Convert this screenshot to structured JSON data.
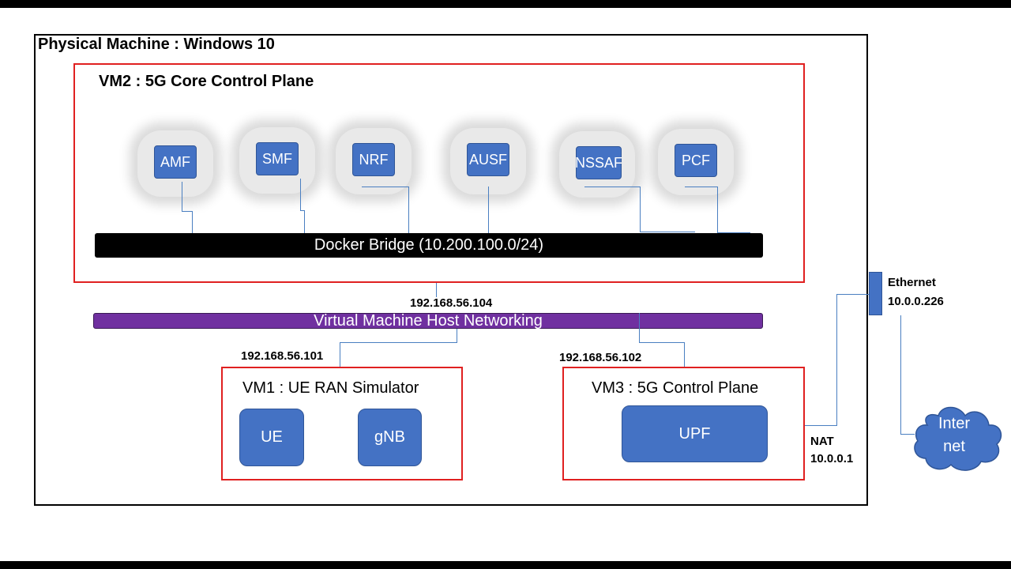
{
  "physical_machine": {
    "title": "Physical Machine : Windows 10"
  },
  "vm2": {
    "title": "VM2 : 5G Core Control Plane",
    "functions": [
      "AMF",
      "SMF",
      "NRF",
      "AUSF",
      "NSSAF",
      "PCF"
    ],
    "docker_bridge": "Docker Bridge (10.200.100.0/24)"
  },
  "host_network": {
    "label": "Virtual Machine Host Networking"
  },
  "ips": {
    "vm2": "192.168.56.104",
    "vm1": "192.168.56.101",
    "vm3": "192.168.56.102"
  },
  "vm1": {
    "title": "VM1 : UE RAN Simulator",
    "ue": "UE",
    "gnb": "gNB"
  },
  "vm3": {
    "title": "VM3 : 5G Control Plane",
    "upf": "UPF"
  },
  "nat": {
    "label": "NAT",
    "ip": "10.0.0.1"
  },
  "ethernet": {
    "label": "Ethernet",
    "ip": "10.0.0.226"
  },
  "internet": {
    "line1": "Inter",
    "line2": "net"
  },
  "colors": {
    "node_blue": "#4472c4",
    "vm_border": "#e02020",
    "host_network": "#7030a0",
    "docker_bridge": "#000000",
    "connector": "#4a7fc1"
  }
}
